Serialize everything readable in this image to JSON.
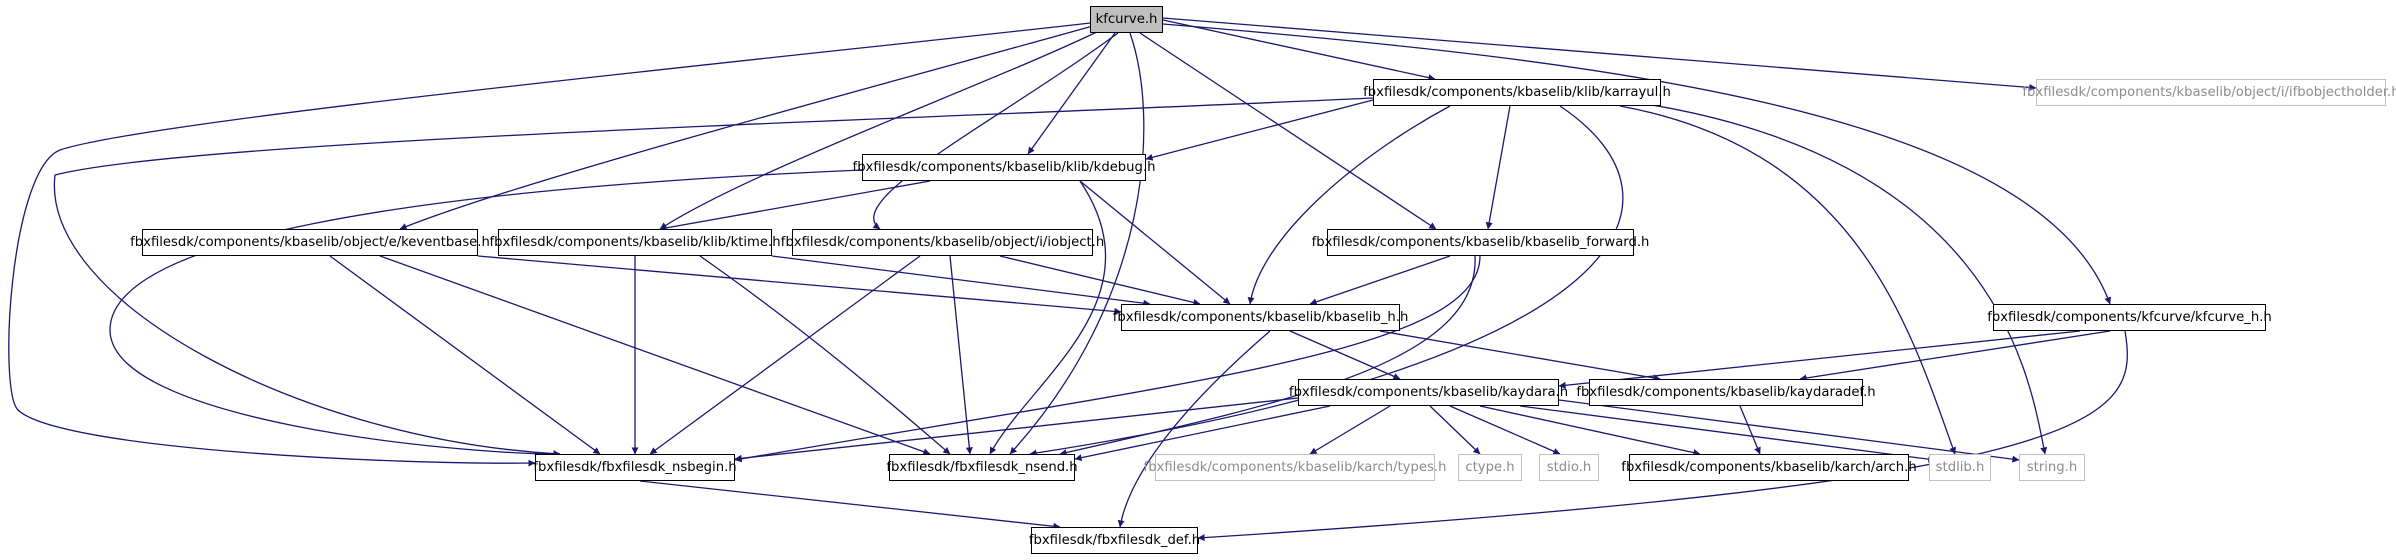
{
  "graph": {
    "nodes": {
      "kfcurve": "kfcurve.h",
      "karrayul": "fbxfilesdk/components/kbaselib/klib/karrayul.h",
      "ifbobjectholder": "fbxfilesdk/components/kbaselib/object/i/ifbobjectholder.h",
      "kdebug": "fbxfilesdk/components/kbaselib/klib/kdebug.h",
      "keventbase": "fbxfilesdk/components/kbaselib/object/e/keventbase.h",
      "ktime": "fbxfilesdk/components/kbaselib/klib/ktime.h",
      "iobject": "fbxfilesdk/components/kbaselib/object/i/iobject.h",
      "kbaselib_forward": "fbxfilesdk/components/kbaselib/kbaselib_forward.h",
      "kbaselib_h": "fbxfilesdk/components/kbaselib/kbaselib_h.h",
      "kfcurve_h": "fbxfilesdk/components/kfcurve/kfcurve_h.h",
      "kaydara": "fbxfilesdk/components/kbaselib/kaydara.h",
      "kaydaradef": "fbxfilesdk/components/kbaselib/kaydaradef.h",
      "nsbegin": "fbxfilesdk/fbxfilesdk_nsbegin.h",
      "nsend": "fbxfilesdk/fbxfilesdk_nsend.h",
      "types": "fbxfilesdk/components/kbaselib/karch/types.h",
      "ctype": "ctype.h",
      "stdio": "stdio.h",
      "arch": "fbxfilesdk/components/kbaselib/karch/arch.h",
      "stdlib": "stdlib.h",
      "string": "string.h",
      "def": "fbxfilesdk/fbxfilesdk_def.h"
    },
    "edge_color": "#191970",
    "external_color": "#bfbfbf",
    "root_fill": "#bfbfbf"
  }
}
